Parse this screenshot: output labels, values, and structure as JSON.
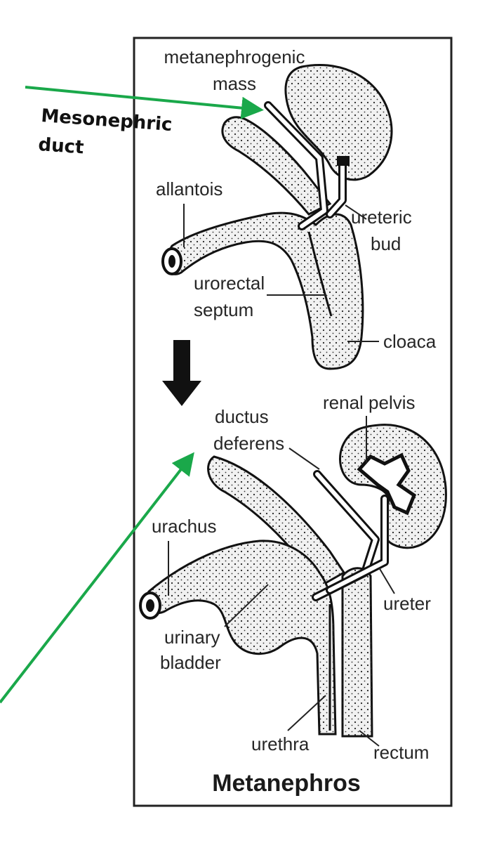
{
  "figure": {
    "title": "Metanephros",
    "upper_labels": {
      "metanephrogenic": "metanephrogenic",
      "mass": "mass",
      "allantois": "allantois",
      "ureteric": "ureteric",
      "bud": "bud",
      "urorectal": "urorectal",
      "septum": "septum",
      "cloaca": "cloaca"
    },
    "lower_labels": {
      "renal_pelvis": "renal pelvis",
      "ductus": "ductus",
      "deferens": "deferens",
      "urachus": "urachus",
      "ureter": "ureter",
      "urinary": "urinary",
      "bladder": "bladder",
      "urethra": "urethra",
      "rectum": "rectum"
    }
  },
  "annotation": {
    "line1": "Mesonephric",
    "line2": "duct",
    "arrow_color": "#1aa84a"
  }
}
